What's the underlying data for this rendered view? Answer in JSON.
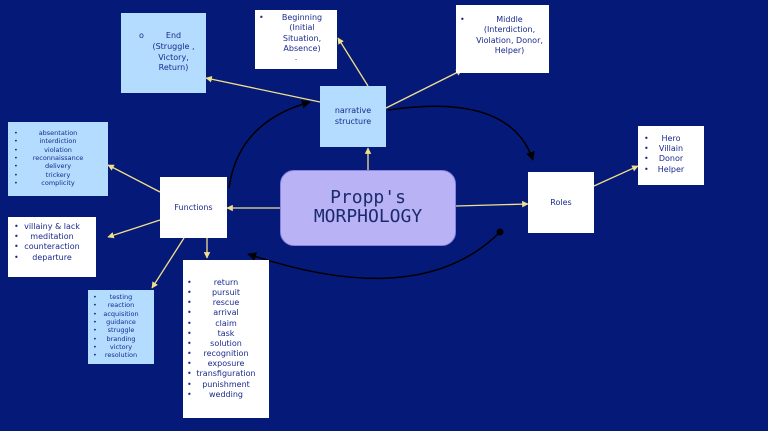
{
  "title": {
    "line1": "Propp's",
    "line2": "MORPHOLOGY"
  },
  "nodes": {
    "end": {
      "items": [
        "End (Struggle , Victory, Return)"
      ]
    },
    "beginning": {
      "items": [
        "Beginning (Initial Situation, Absence)"
      ],
      "trailing": "."
    },
    "middle": {
      "items": [
        "Middle (Interdiction, Violation, Donor, Helper)"
      ]
    },
    "narrative": {
      "label": "narrative structure"
    },
    "functions": {
      "label": "Functions"
    },
    "roles": {
      "label": "Roles",
      "items": [
        "Hero",
        "Villain",
        "Donor",
        "Helper"
      ]
    },
    "prep": {
      "items": [
        "absentation",
        "interdiction",
        "violation",
        "reconnaissance",
        "delivery",
        "trickery",
        "complicity"
      ]
    },
    "complication": {
      "items": [
        "villainy & lack",
        "meditation",
        "counteraction",
        "departure"
      ]
    },
    "donor": {
      "items": [
        "testing",
        "reaction",
        "acquisition",
        "guidance",
        "struggle",
        "branding",
        "victory",
        "resolution"
      ]
    },
    "return": {
      "items": [
        "return",
        "pursuit",
        "rescue",
        "arrival",
        "claim",
        "task",
        "solution",
        "recognition",
        "exposure",
        "transfiguration",
        "punishment",
        "wedding"
      ]
    }
  },
  "colors": {
    "background": "#051a78",
    "connector": "#f0e08a",
    "title_fill": "#b9b2f5",
    "node_light": "#b3dcff",
    "text": "#1a2a8c"
  }
}
